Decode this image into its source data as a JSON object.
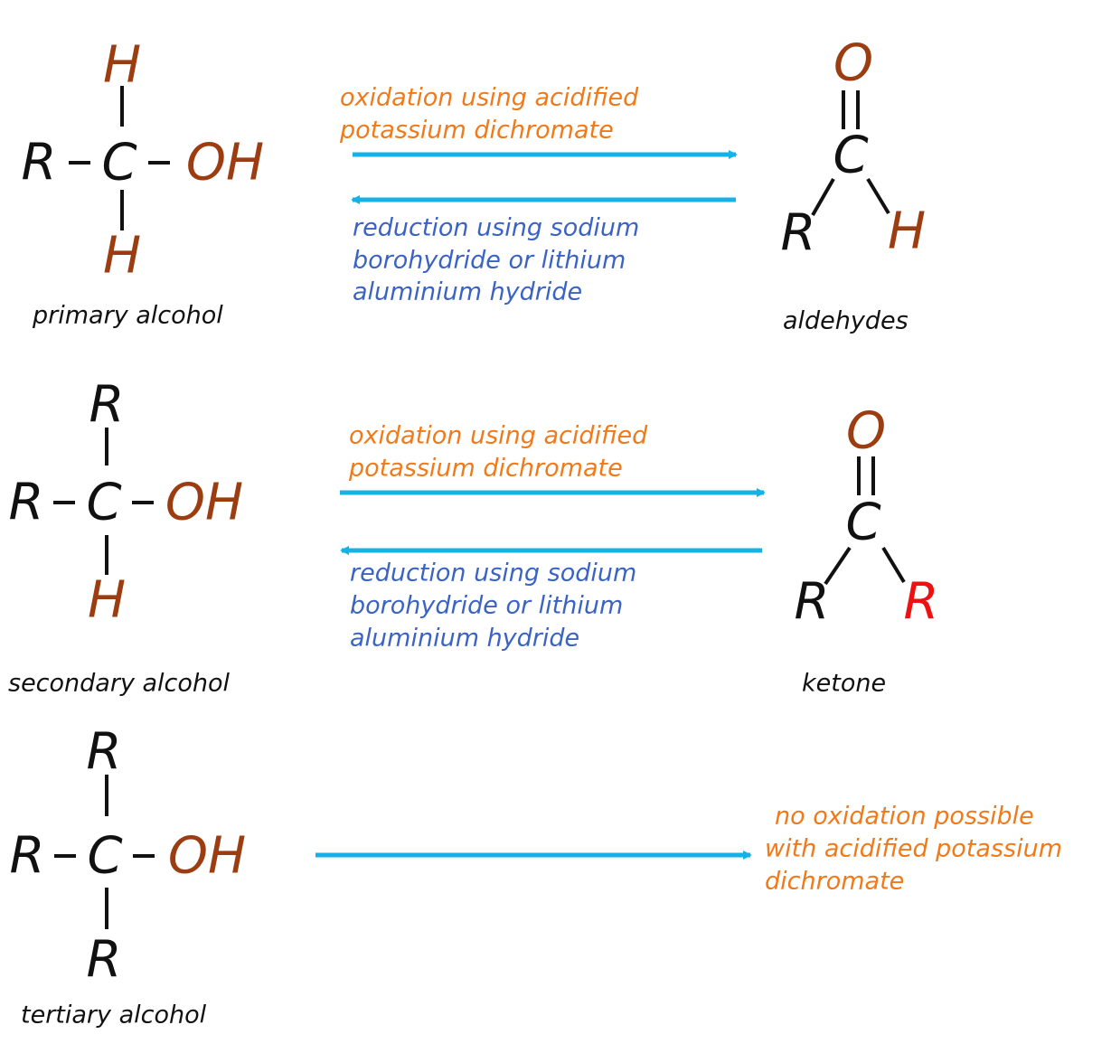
{
  "colors": {
    "black": "#111111",
    "brown": "#9b3d10",
    "red": "#ee1111",
    "orange": "#f07a1a",
    "blue": "#3b63c4",
    "arrow": "#14b2e6"
  },
  "atoms": {
    "R": "R",
    "C": "C",
    "H": "H",
    "O": "O",
    "OH": "OH"
  },
  "primary": {
    "name": "primary alcohol"
  },
  "aldehyde": {
    "name": "aldehydes"
  },
  "secondary": {
    "name": "secondary alcohol"
  },
  "ketone": {
    "name": "ketone"
  },
  "tertiary": {
    "name": "tertiary alcohol"
  },
  "reactions": {
    "oxidation": {
      "line1": "oxidation using acidified",
      "line2": "potassium dichromate"
    },
    "reduction": {
      "line1": "reduction using sodium",
      "line2": "borohydride or lithium",
      "line3": "aluminium hydride"
    },
    "no_oxidation": {
      "line1": "no oxidation possible",
      "line2": "with acidified potassium",
      "line3": "dichromate"
    }
  }
}
